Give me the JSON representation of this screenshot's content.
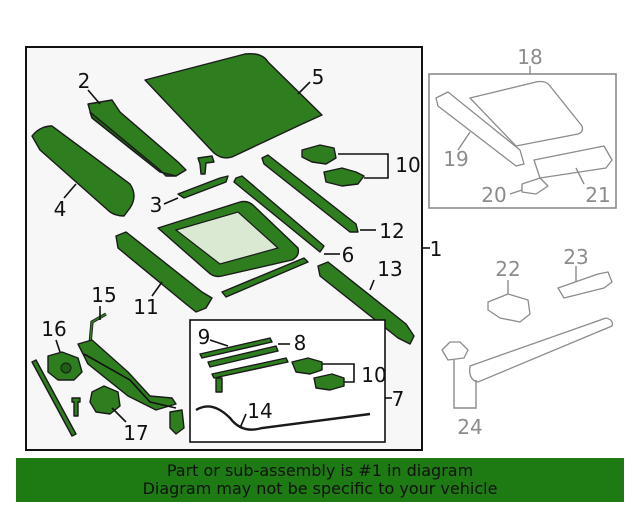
{
  "colors": {
    "part_fill": "#2e7d1f",
    "part_dark": "#1f5e14",
    "panel_bg": "#f7f7f7",
    "footer_bg": "#1e7a12",
    "footer_text": "#111111",
    "gray": "#8c8c8c"
  },
  "callouts": {
    "c1": "1",
    "c2": "2",
    "c3": "3",
    "c4": "4",
    "c5": "5",
    "c6": "6",
    "c7": "7",
    "c8": "8",
    "c9": "9",
    "c10a": "10",
    "c10b": "10",
    "c11": "11",
    "c12": "12",
    "c13": "13",
    "c14": "14",
    "c15": "15",
    "c16": "16",
    "c17": "17",
    "c18": "18",
    "c19": "19",
    "c20": "20",
    "c21": "21",
    "c22": "22",
    "c23": "23",
    "c24": "24"
  },
  "footer": {
    "line1": "Part or sub-assembly is #1 in diagram",
    "line2": "Diagram may not be specific to your vehicle"
  }
}
